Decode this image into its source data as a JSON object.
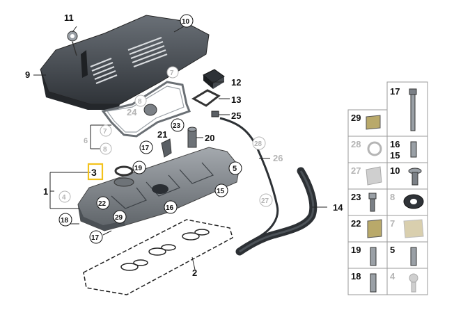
{
  "colors": {
    "active": "#111111",
    "inactive": "#b5b5b5",
    "highlight": "#f3c21b",
    "part_dark": "#3b3f44",
    "part_mid": "#5f656b",
    "part_light": "#9aa0a6",
    "grid_line": "#9a9a9a"
  },
  "callouts": {
    "c1": "1",
    "c2": "2",
    "c3": "3",
    "c4": "4",
    "c5": "5",
    "c6": "6",
    "c7a": "7",
    "c7b": "7",
    "c8a": "8",
    "c8b": "8",
    "c9": "9",
    "c10": "10",
    "c11": "11",
    "c12": "12",
    "c13": "13",
    "c14": "14",
    "c15": "15",
    "c16": "16",
    "c17a": "17",
    "c17b": "17",
    "c18": "18",
    "c19": "19",
    "c20": "20",
    "c21": "21",
    "c22": "22",
    "c23": "23",
    "c24": "24",
    "c25": "25",
    "c26": "26",
    "c27": "27",
    "c28": "28",
    "c29": "29"
  },
  "parts_grid": {
    "cells": [
      {
        "a": "29",
        "b": "",
        "a_active": true
      },
      {
        "a": "17",
        "b": "",
        "a_active": true
      },
      {
        "a": "28",
        "b": "",
        "a_active": false
      },
      {
        "a": "16",
        "b": "15",
        "a_active": true
      },
      {
        "a": "27",
        "b": "",
        "a_active": false
      },
      {
        "a": "10",
        "b": "",
        "a_active": true
      },
      {
        "a": "23",
        "b": "",
        "a_active": true
      },
      {
        "a": "8",
        "b": "",
        "a_active": false
      },
      {
        "a": "22",
        "b": "",
        "a_active": true
      },
      {
        "a": "7",
        "b": "",
        "a_active": false
      },
      {
        "a": "19",
        "b": "",
        "a_active": true
      },
      {
        "a": "5",
        "b": "",
        "a_active": true
      },
      {
        "a": "18",
        "b": "",
        "a_active": true
      },
      {
        "a": "4",
        "b": "",
        "a_active": false
      }
    ]
  }
}
